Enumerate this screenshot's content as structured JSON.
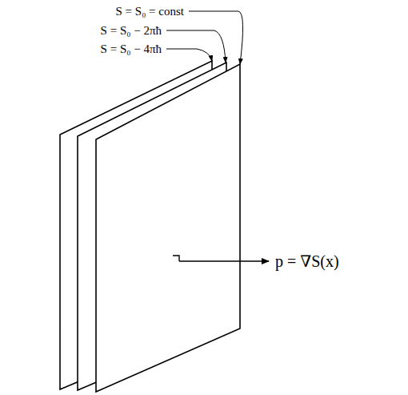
{
  "diagram": {
    "labels": [
      "S = S₀ = const",
      "S = S₀ − 2πħ",
      "S = S₀ − 4πħ",
      "p = ∇S(x)"
    ]
  }
}
